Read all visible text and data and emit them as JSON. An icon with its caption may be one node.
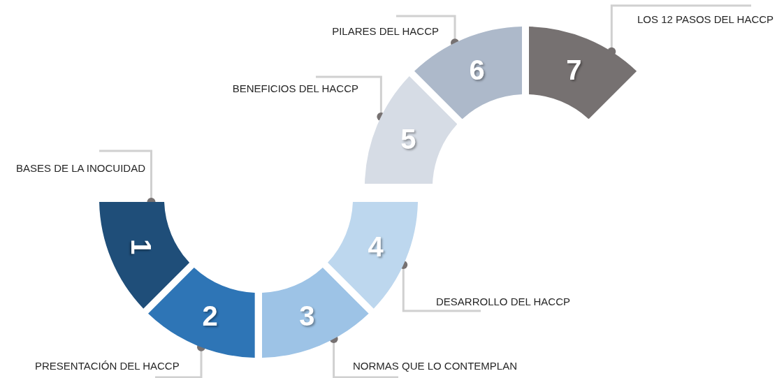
{
  "diagram": {
    "nodes": [
      {
        "text": [
          "1"
        ]
      },
      {
        "text": [
          "2"
        ]
      },
      {
        "text": [
          "3"
        ]
      },
      {
        "text": [
          "4"
        ]
      },
      {
        "text": [
          "5"
        ]
      },
      {
        "text": [
          "6"
        ]
      },
      {
        "text": [
          "7"
        ]
      },
      {
        "text": [
          "BASES DE LA INOCUIDAD"
        ]
      },
      {
        "text": [
          "PRESENTACIÓN DEL HACCP"
        ]
      },
      {
        "text": [
          "NORMAS QUE LO CONTEMPLAN"
        ]
      },
      {
        "text": [
          "DESARROLLO DEL HACCP"
        ]
      },
      {
        "text": [
          "BENEFICIOS DEL HACCP"
        ]
      },
      {
        "text": [
          "PILARES DEL HACCP"
        ]
      },
      {
        "text": [
          "LOS 12 PASOS DEL HACCP"
        ]
      }
    ],
    "edges": [
      {
        "from": 7,
        "to": 0,
        "arrow": "other"
      },
      {
        "from": 8,
        "to": 1,
        "arrow": "other"
      },
      {
        "from": 9,
        "to": 2,
        "arrow": "other"
      },
      {
        "from": 10,
        "to": 3,
        "arrow": "other"
      },
      {
        "from": 11,
        "to": 4,
        "arrow": "other"
      },
      {
        "from": 12,
        "to": 5,
        "arrow": "other"
      },
      {
        "from": 13,
        "to": 6,
        "arrow": "other"
      }
    ]
  }
}
